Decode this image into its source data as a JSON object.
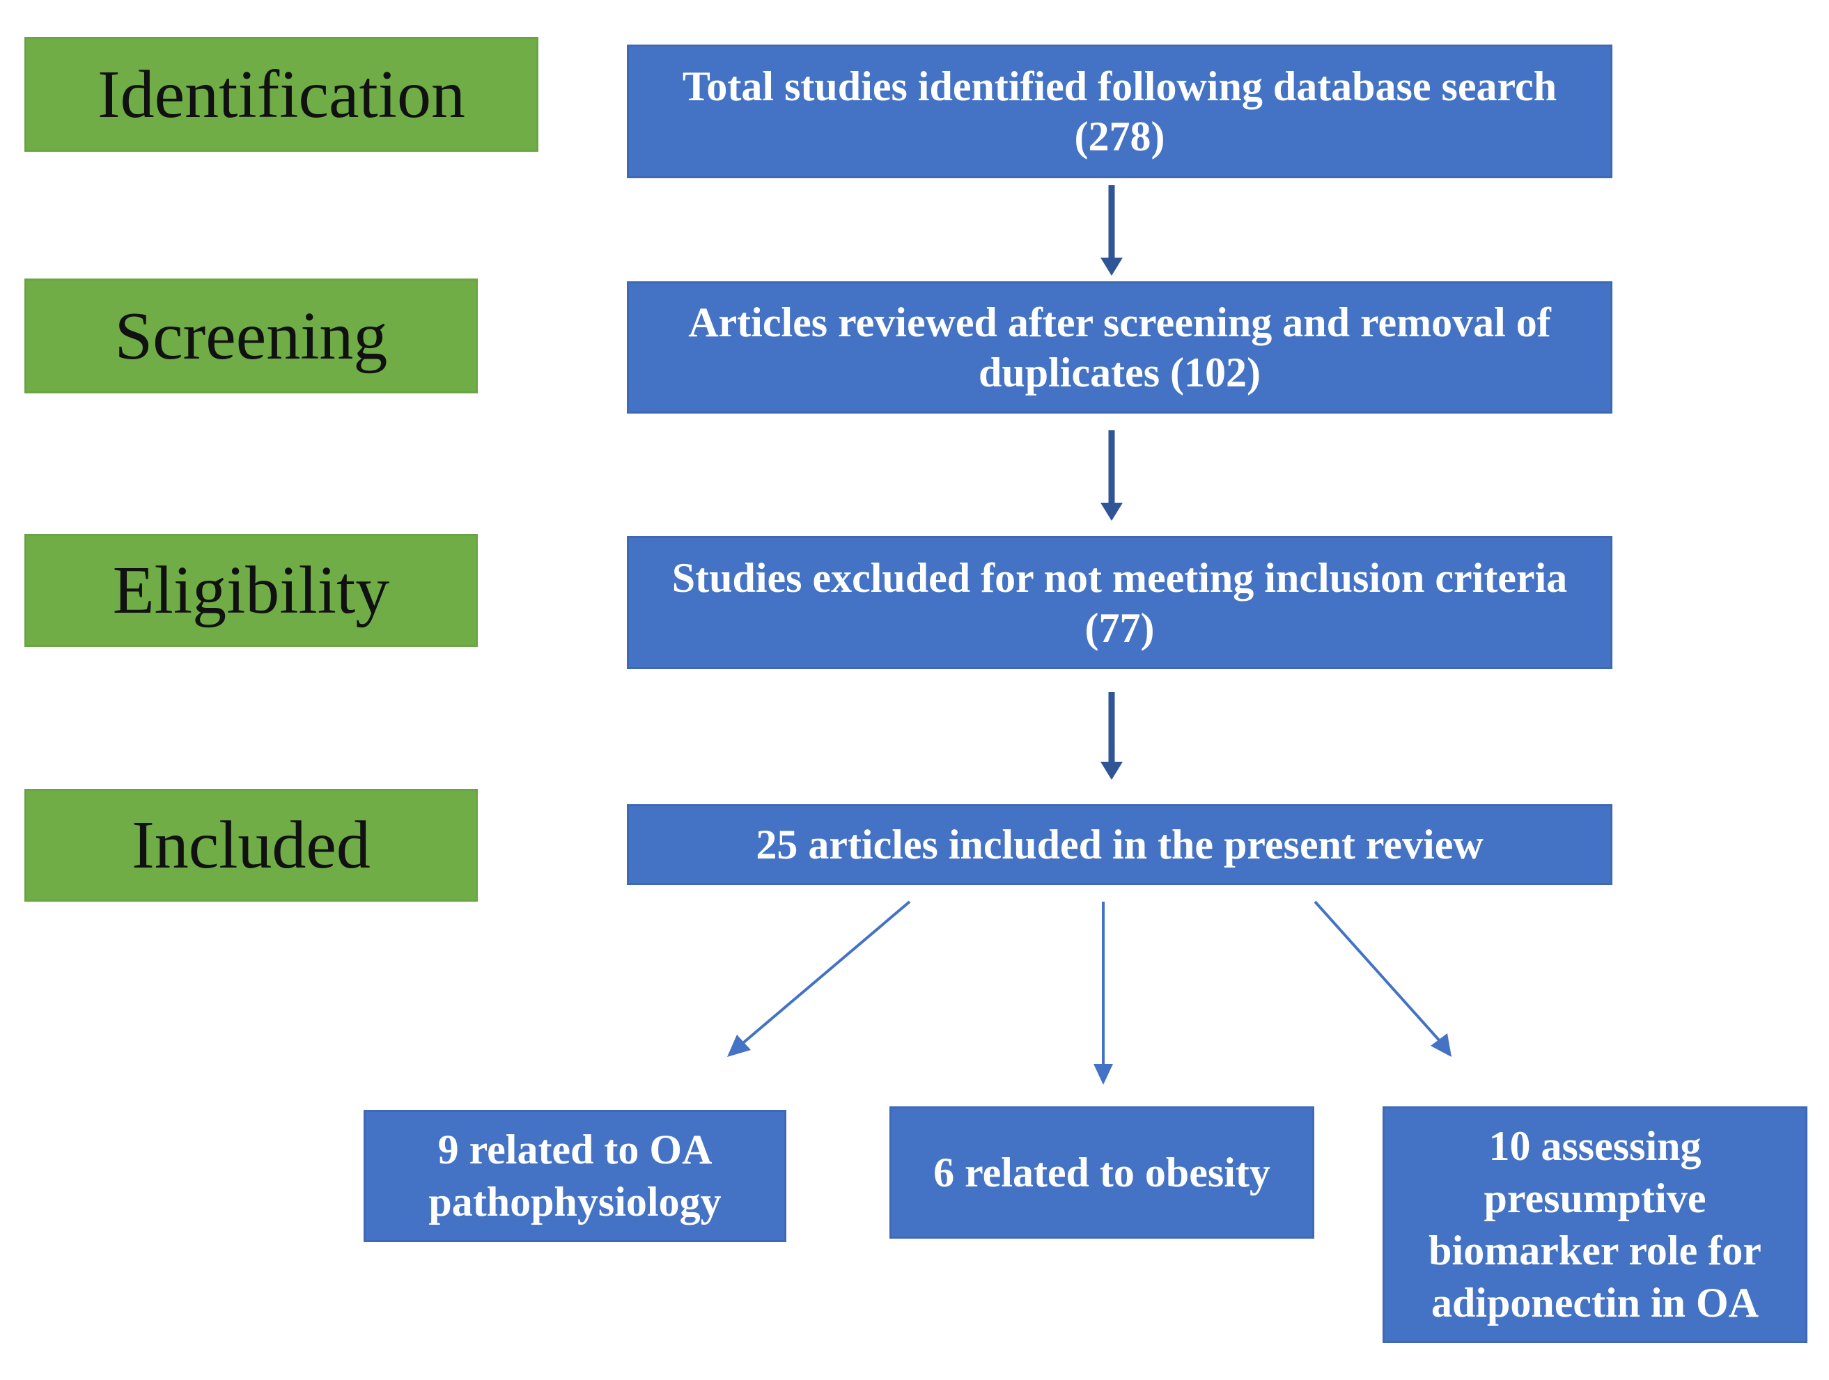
{
  "stages": {
    "identification": "Identification",
    "screening": "Screening",
    "eligibility": "Eligibility",
    "included": "Included"
  },
  "boxes": {
    "identified": "Total studies identified following database search (278)",
    "reviewed": "Articles reviewed after screening and removal of duplicates (102)",
    "excluded": "Studies excluded for not meeting inclusion criteria (77)",
    "included": "25 articles included in the present review"
  },
  "outcomes": {
    "pathophysiology": "9 related to OA pathophysiology",
    "obesity": "6 related to obesity",
    "biomarker": "10 assessing presumptive biomarker role for adiponectin in OA"
  },
  "colors": {
    "stage_fill": "#70ad47",
    "box_fill": "#4472c4",
    "arrow_dark": "#2f5597",
    "arrow_light": "#4472c4"
  }
}
